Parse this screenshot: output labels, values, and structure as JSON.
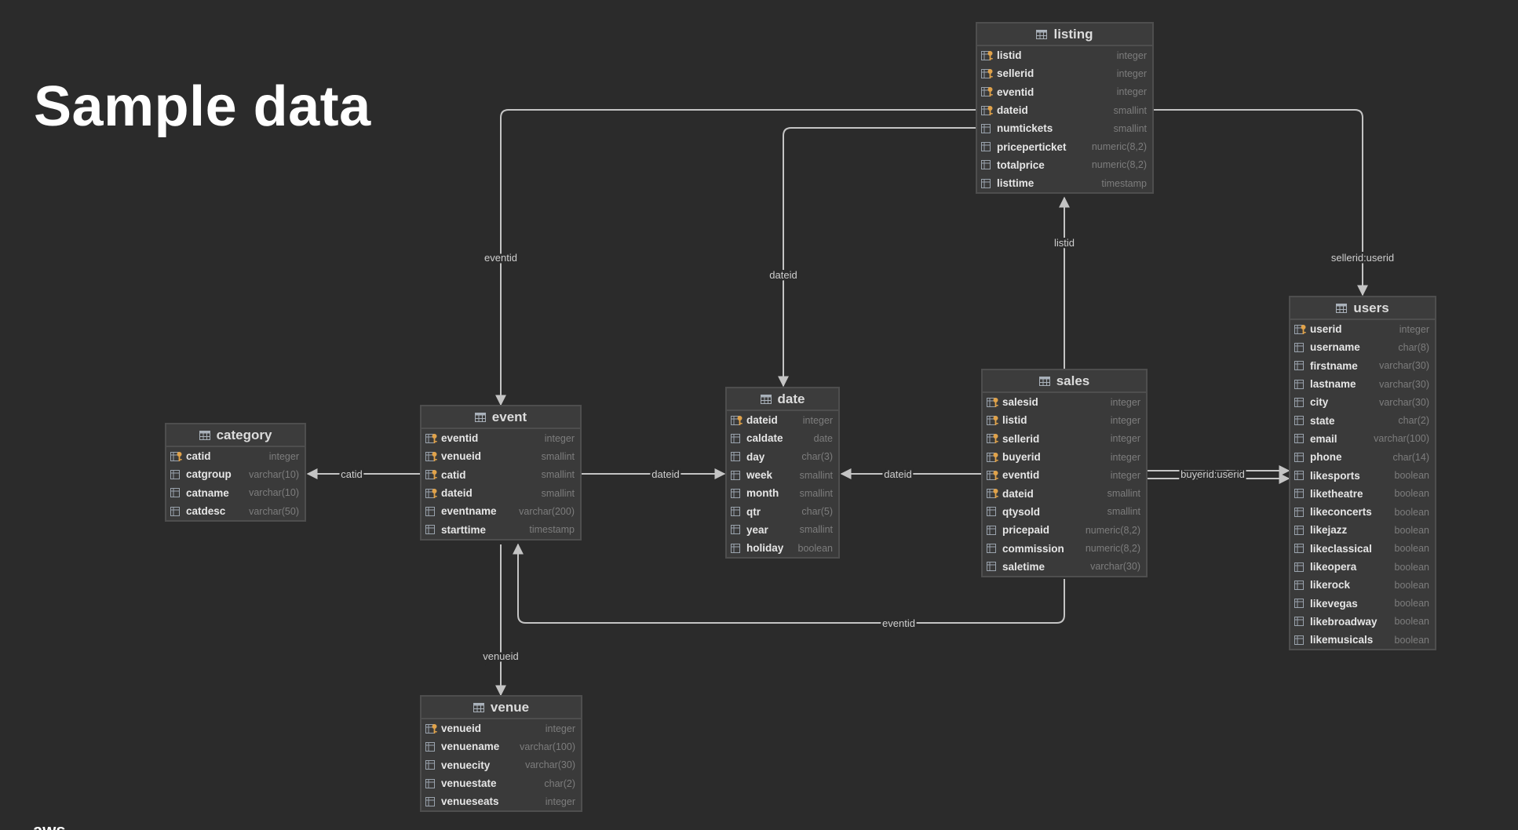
{
  "slide": {
    "title": "Sample data",
    "logo_text": "aws"
  },
  "colors": {
    "background": "#2b2b2b",
    "table_body": "#3a3a3a",
    "border": "#4e4e4e",
    "key_icon": "#e0a24a",
    "column_icon": "#9aa3ad"
  },
  "tables": {
    "listing": {
      "name": "listing",
      "columns": [
        {
          "name": "listid",
          "type": "integer",
          "key": true
        },
        {
          "name": "sellerid",
          "type": "integer",
          "key": true
        },
        {
          "name": "eventid",
          "type": "integer",
          "key": true
        },
        {
          "name": "dateid",
          "type": "smallint",
          "key": true
        },
        {
          "name": "numtickets",
          "type": "smallint",
          "key": false
        },
        {
          "name": "priceperticket",
          "type": "numeric(8,2)",
          "key": false
        },
        {
          "name": "totalprice",
          "type": "numeric(8,2)",
          "key": false
        },
        {
          "name": "listtime",
          "type": "timestamp",
          "key": false
        }
      ]
    },
    "users": {
      "name": "users",
      "columns": [
        {
          "name": "userid",
          "type": "integer",
          "key": true
        },
        {
          "name": "username",
          "type": "char(8)",
          "key": false
        },
        {
          "name": "firstname",
          "type": "varchar(30)",
          "key": false
        },
        {
          "name": "lastname",
          "type": "varchar(30)",
          "key": false
        },
        {
          "name": "city",
          "type": "varchar(30)",
          "key": false
        },
        {
          "name": "state",
          "type": "char(2)",
          "key": false
        },
        {
          "name": "email",
          "type": "varchar(100)",
          "key": false
        },
        {
          "name": "phone",
          "type": "char(14)",
          "key": false
        },
        {
          "name": "likesports",
          "type": "boolean",
          "key": false
        },
        {
          "name": "liketheatre",
          "type": "boolean",
          "key": false
        },
        {
          "name": "likeconcerts",
          "type": "boolean",
          "key": false
        },
        {
          "name": "likejazz",
          "type": "boolean",
          "key": false
        },
        {
          "name": "likeclassical",
          "type": "boolean",
          "key": false
        },
        {
          "name": "likeopera",
          "type": "boolean",
          "key": false
        },
        {
          "name": "likerock",
          "type": "boolean",
          "key": false
        },
        {
          "name": "likevegas",
          "type": "boolean",
          "key": false
        },
        {
          "name": "likebroadway",
          "type": "boolean",
          "key": false
        },
        {
          "name": "likemusicals",
          "type": "boolean",
          "key": false
        }
      ]
    },
    "sales": {
      "name": "sales",
      "columns": [
        {
          "name": "salesid",
          "type": "integer",
          "key": true
        },
        {
          "name": "listid",
          "type": "integer",
          "key": true
        },
        {
          "name": "sellerid",
          "type": "integer",
          "key": true
        },
        {
          "name": "buyerid",
          "type": "integer",
          "key": true
        },
        {
          "name": "eventid",
          "type": "integer",
          "key": true
        },
        {
          "name": "dateid",
          "type": "smallint",
          "key": true
        },
        {
          "name": "qtysold",
          "type": "smallint",
          "key": false
        },
        {
          "name": "pricepaid",
          "type": "numeric(8,2)",
          "key": false
        },
        {
          "name": "commission",
          "type": "numeric(8,2)",
          "key": false
        },
        {
          "name": "saletime",
          "type": "varchar(30)",
          "key": false
        }
      ]
    },
    "date": {
      "name": "date",
      "columns": [
        {
          "name": "dateid",
          "type": "integer",
          "key": true
        },
        {
          "name": "caldate",
          "type": "date",
          "key": false
        },
        {
          "name": "day",
          "type": "char(3)",
          "key": false
        },
        {
          "name": "week",
          "type": "smallint",
          "key": false
        },
        {
          "name": "month",
          "type": "smallint",
          "key": false
        },
        {
          "name": "qtr",
          "type": "char(5)",
          "key": false
        },
        {
          "name": "year",
          "type": "smallint",
          "key": false
        },
        {
          "name": "holiday",
          "type": "boolean",
          "key": false
        }
      ]
    },
    "event": {
      "name": "event",
      "columns": [
        {
          "name": "eventid",
          "type": "integer",
          "key": true
        },
        {
          "name": "venueid",
          "type": "smallint",
          "key": true
        },
        {
          "name": "catid",
          "type": "smallint",
          "key": true
        },
        {
          "name": "dateid",
          "type": "smallint",
          "key": true
        },
        {
          "name": "eventname",
          "type": "varchar(200)",
          "key": false
        },
        {
          "name": "starttime",
          "type": "timestamp",
          "key": false
        }
      ]
    },
    "category": {
      "name": "category",
      "columns": [
        {
          "name": "catid",
          "type": "integer",
          "key": true
        },
        {
          "name": "catgroup",
          "type": "varchar(10)",
          "key": false
        },
        {
          "name": "catname",
          "type": "varchar(10)",
          "key": false
        },
        {
          "name": "catdesc",
          "type": "varchar(50)",
          "key": false
        }
      ]
    },
    "venue": {
      "name": "venue",
      "columns": [
        {
          "name": "venueid",
          "type": "integer",
          "key": true
        },
        {
          "name": "venuename",
          "type": "varchar(100)",
          "key": false
        },
        {
          "name": "venuecity",
          "type": "varchar(30)",
          "key": false
        },
        {
          "name": "venuestate",
          "type": "char(2)",
          "key": false
        },
        {
          "name": "venueseats",
          "type": "integer",
          "key": false
        }
      ]
    }
  },
  "relationships": {
    "listing_event": "eventid",
    "listing_date": "dateid",
    "sales_listing": "listid",
    "listing_users": "sellerid:userid",
    "sales_users": "buyerid:userid",
    "sales_date": "dateid",
    "event_date": "dateid",
    "event_category": "catid",
    "sales_event": "eventid",
    "event_venue": "venueid"
  }
}
